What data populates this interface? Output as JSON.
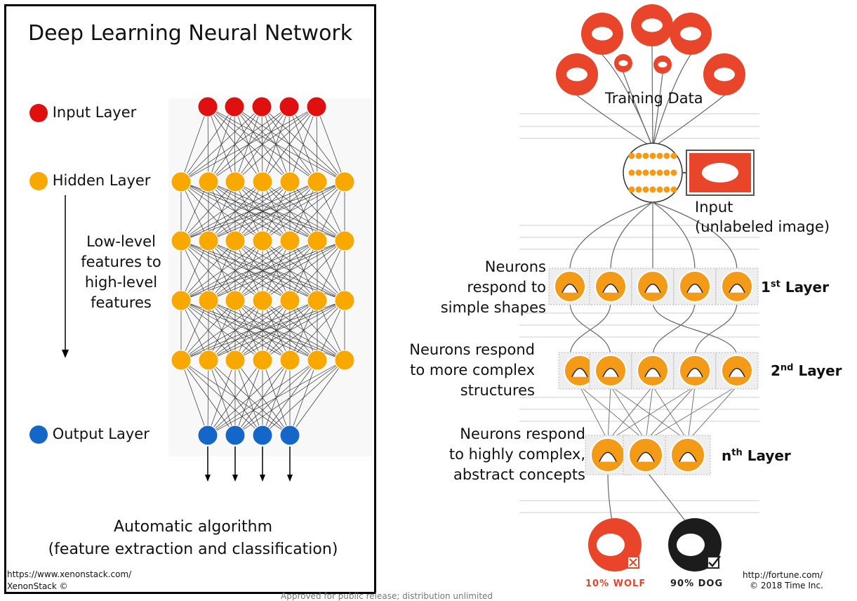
{
  "left": {
    "title": "Deep Learning Neural Network",
    "legend": [
      {
        "label": "Input Layer",
        "color": "#e01010"
      },
      {
        "label": "Hidden Layer",
        "color": "#f9a800"
      },
      {
        "label": "Output Layer",
        "color": "#1467c8"
      }
    ],
    "arrow_caption": [
      "Low-level",
      "features to",
      "high-level",
      "features"
    ],
    "caption_line1": "Automatic algorithm",
    "caption_line2": "(feature extraction and classification)",
    "source_line1": "https://www.xenonstack.com/",
    "source_line2": "XenonStack ©",
    "layer_sizes": [
      5,
      7,
      7,
      7,
      7,
      4
    ]
  },
  "right": {
    "training_label": "Training Data",
    "input_label_1": "Input",
    "input_label_2": "(unlabeled image)",
    "layer1_desc": [
      "Neurons",
      "respond to",
      "simple shapes"
    ],
    "layer1_base": "1",
    "layer1_sup": "st",
    "layer1_tail": " Layer",
    "layer2_desc": [
      "Neurons respond",
      "to more complex",
      "structures"
    ],
    "layer2_base": "2",
    "layer2_sup": "nd",
    "layer2_tail": " Layer",
    "layern_desc": [
      "Neurons respond",
      "to highly complex,",
      "abstract concepts"
    ],
    "layern_base": "n",
    "layern_sup": "th",
    "layern_tail": " Layer",
    "result_wolf": "10% WOLF",
    "result_dog": "90% DOG",
    "credit_line1": "http://fortune.com/",
    "credit_line2": "© 2018 Time Inc.",
    "footer": "Approved for public release; distribution unlimited",
    "accent": "#e8452a",
    "neuron_orange": "#f39a16"
  }
}
